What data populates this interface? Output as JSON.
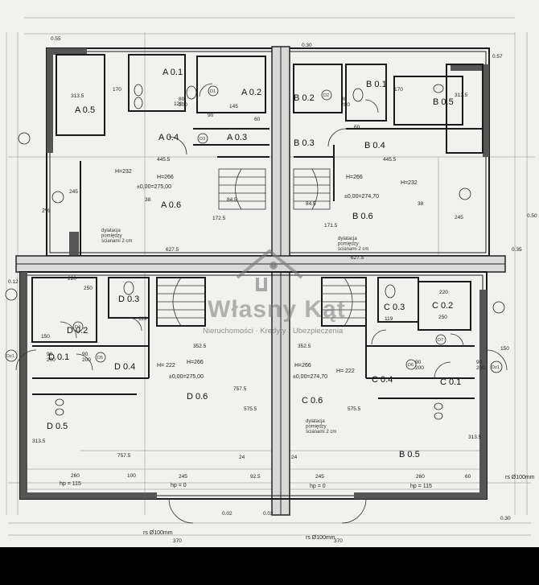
{
  "watermark": {
    "brand": "Własny Kąt",
    "tagline": "Nieruchomości · Kredyty · Ubezpieczenia"
  },
  "room_labels": {
    "a01": "A 0.1",
    "a02": "A 0.2",
    "a03": "A 0.3",
    "a04": "A 0.4",
    "a05": "A 0.5",
    "a06": "A 0.6",
    "b01": "B 0.1",
    "b02": "B 0.2",
    "b03": "B 0.3",
    "b04": "B 0.4",
    "b05": "B 0.5",
    "b06": "B 0.6",
    "b05_bottom": "B 0.5",
    "c01": "C 0.1",
    "c02": "C 0.2",
    "c03": "C 0.3",
    "c04": "C 0.4",
    "c06": "C 0.6",
    "d01": "D 0.1",
    "d02": "D 0.2",
    "d03": "D 0.3",
    "d04": "D 0.4",
    "d05": "D 0.5",
    "d06": "D 0.6"
  },
  "annotations": {
    "h_a": "H=266",
    "level_a": "±0,00=275,00",
    "h_b": "H=266",
    "level_b": "±0,00=274,70",
    "h_d": "H=266",
    "level_d": "±0,00=275,00",
    "h_c": "H=266",
    "level_c": "±0,00=274,70",
    "h232_a": "H=232",
    "h232_b": "H=232",
    "h222_d": "H= 222",
    "h222_c": "H= 222",
    "dil_a": "dylatacja\npomiędzy\nścianami 2 cm",
    "dil_b": "dylatacja\npomiędzy\nścianami 2 cm",
    "dil_c": "dylatacja\npomiędzy\nścianami 2 cm",
    "hp115_left": "hp = 115",
    "hp0_mid": "hp = 0",
    "hp0_mid2": "hp = 0",
    "hp115_right": "hp = 115",
    "rs_left": "rs Ø100mm",
    "rs_right": "rs Ø100mm",
    "rs_right_mid": "rs Ø100mm",
    "slope": "2%"
  },
  "dimensions": {
    "top": [
      "0.55",
      "445.5",
      "0.30",
      "445.5",
      "0.57",
      "0.50"
    ],
    "row1": [
      "313.5",
      "170",
      "90",
      "120",
      "145",
      "60",
      "170",
      "60",
      "313.5"
    ],
    "row2": [
      "627.5",
      "627.5",
      "84.5",
      "84.5",
      "172.5",
      "171.5"
    ],
    "mid": [
      "352.5",
      "352.5",
      "757.5",
      "757.5",
      "575.5",
      "575.5",
      "313.5",
      "313.5"
    ],
    "bottom": [
      "260",
      "100",
      "245",
      "245",
      "92.5",
      "260",
      "60",
      "370",
      "370",
      "0.30",
      "0.02",
      "0.02",
      "0.12",
      "0.35"
    ],
    "doors": [
      "90\n200",
      "90\n200",
      "90\n200",
      "90\n200",
      "80\n200",
      "80\n200"
    ],
    "misc": [
      "250",
      "250",
      "220",
      "220",
      "119",
      "119",
      "150",
      "150",
      "24",
      "24",
      "38",
      "38",
      "245",
      "245"
    ]
  },
  "symbols": {
    "door_tags": [
      "D1",
      "D2",
      "D3",
      "D4",
      "D5",
      "D6",
      "D7",
      "Dz1",
      "Dz1"
    ]
  }
}
